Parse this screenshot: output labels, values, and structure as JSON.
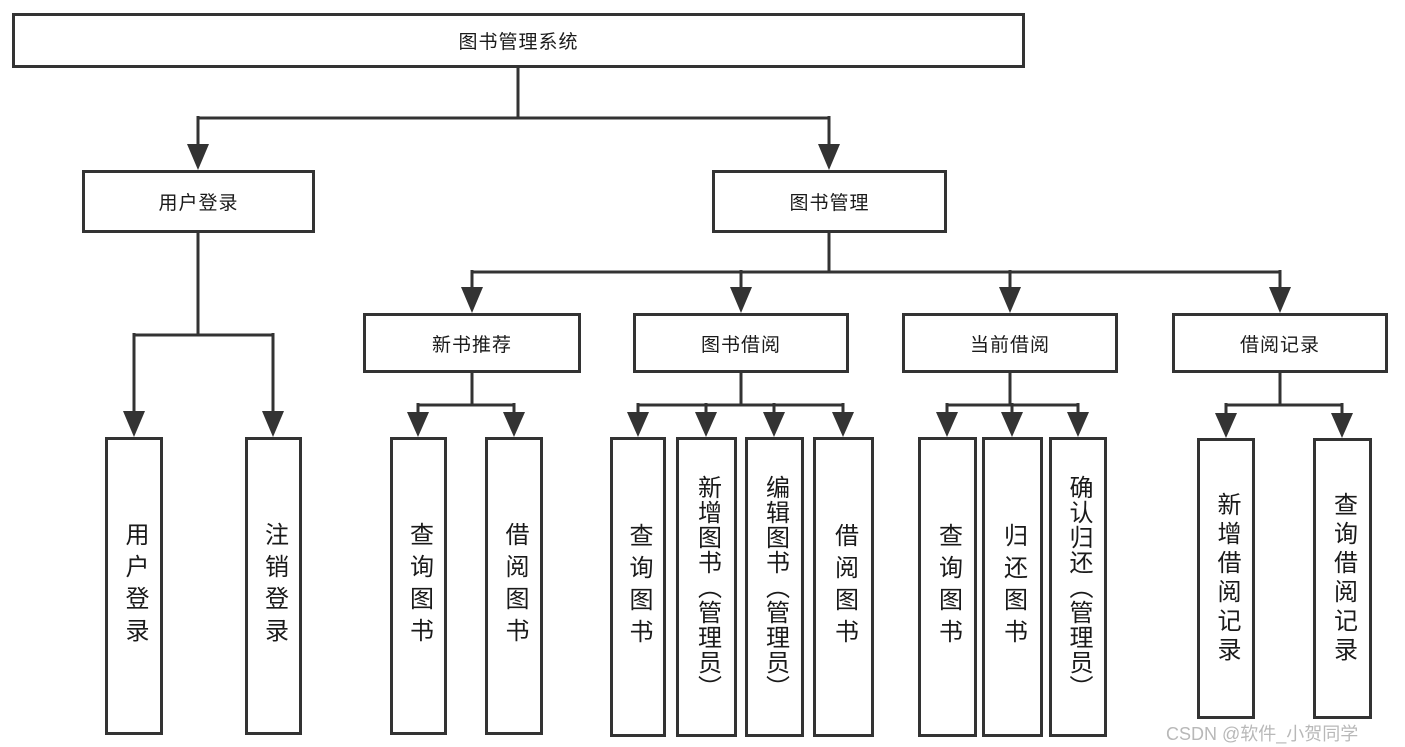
{
  "diagram": {
    "title": "图书管理系统",
    "level2": [
      "用户登录",
      "图书管理"
    ],
    "level3": [
      "新书推荐",
      "图书借阅",
      "当前借阅",
      "借阅记录"
    ],
    "leaves": {
      "user_login": [
        "用户登录",
        "注销登录"
      ],
      "new_book": [
        "查询图书",
        "借阅图书"
      ],
      "book_borrow": [
        "查询图书",
        "新增图书（管理员）",
        "编辑图书（管理员）",
        "借阅图书"
      ],
      "current_borrow": [
        "查询图书",
        "归还图书",
        "确认归还（管理员）"
      ],
      "borrow_records": [
        "新增借阅记录",
        "查询借阅记录"
      ]
    },
    "watermark": "CSDN @软件_小贺同学",
    "colors": {
      "line": "#333333",
      "text": "#1a1a1a",
      "watermark": "#b8b8b8",
      "background": "#ffffff"
    }
  }
}
